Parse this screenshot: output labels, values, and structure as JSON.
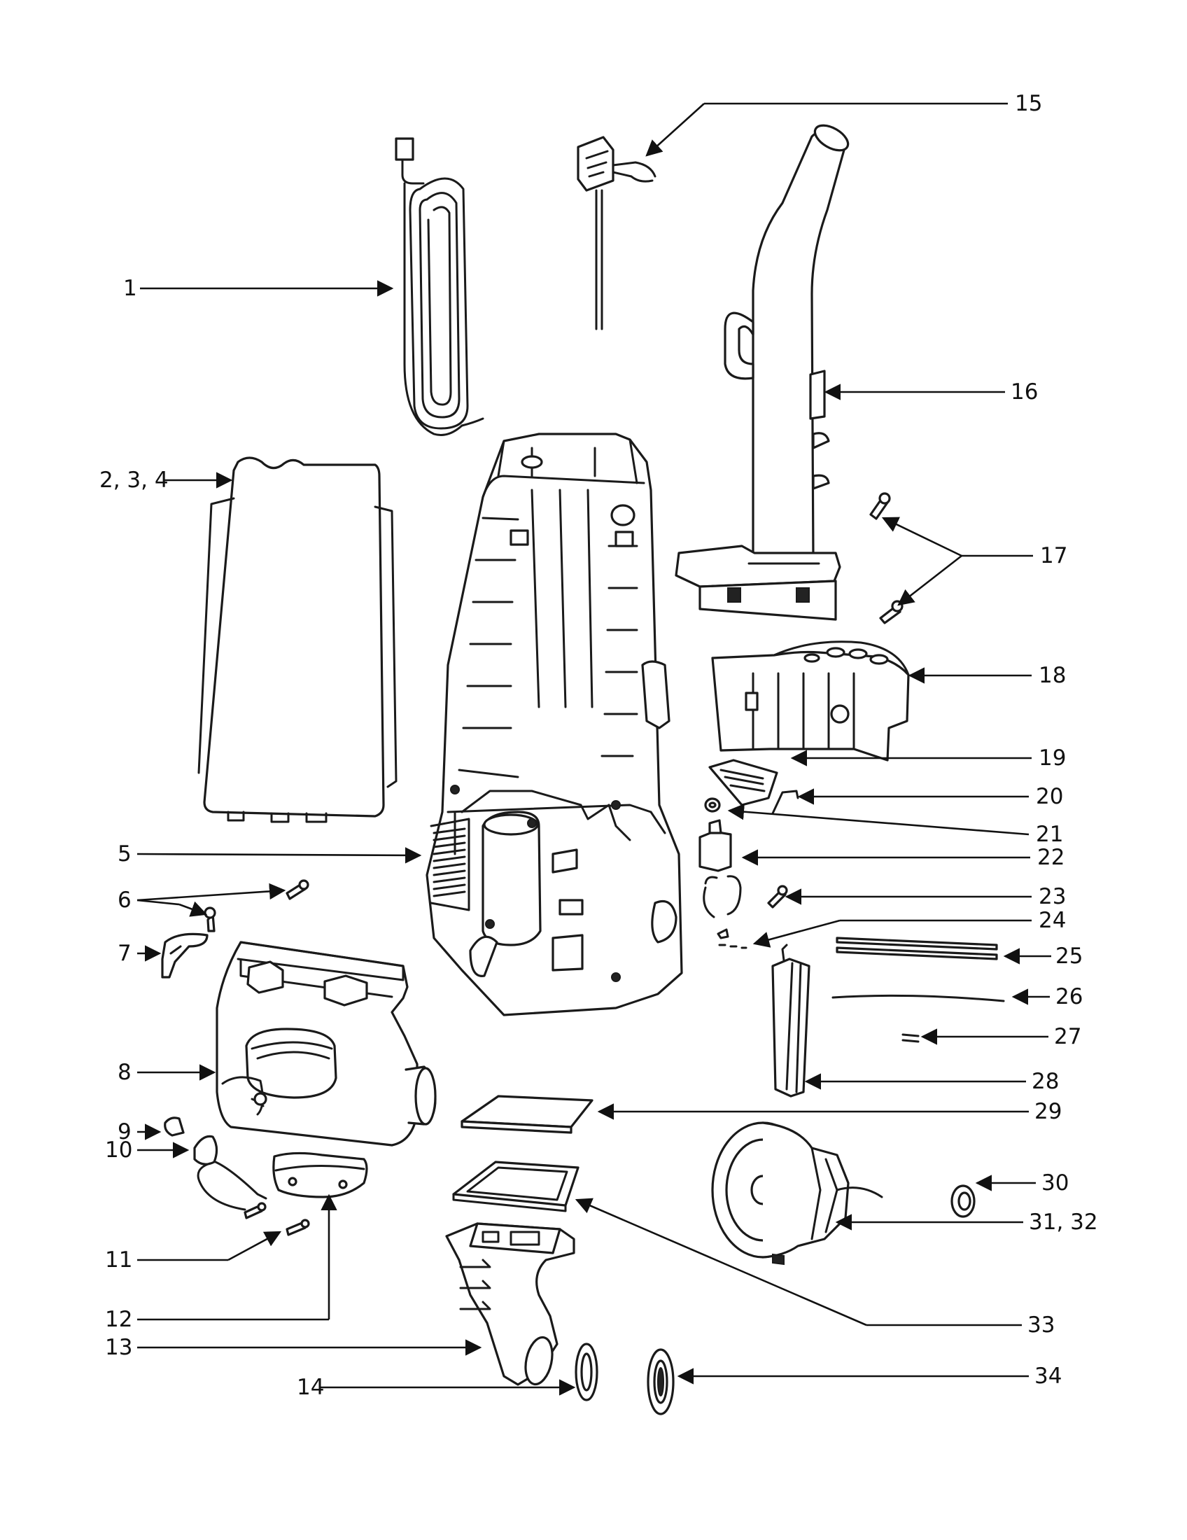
{
  "diagram": {
    "callouts": [
      {
        "id": "c1",
        "text": "1"
      },
      {
        "id": "c15",
        "text": "15"
      },
      {
        "id": "c16",
        "text": "16"
      },
      {
        "id": "c2",
        "text": "2, 3, 4"
      },
      {
        "id": "c17",
        "text": "17"
      },
      {
        "id": "c18",
        "text": "18"
      },
      {
        "id": "c19",
        "text": "19"
      },
      {
        "id": "c20",
        "text": "20"
      },
      {
        "id": "c21",
        "text": "21"
      },
      {
        "id": "c5",
        "text": "5"
      },
      {
        "id": "c22",
        "text": "22"
      },
      {
        "id": "c6",
        "text": "6"
      },
      {
        "id": "c23",
        "text": "23"
      },
      {
        "id": "c24",
        "text": "24"
      },
      {
        "id": "c7",
        "text": "7"
      },
      {
        "id": "c25",
        "text": "25"
      },
      {
        "id": "c26",
        "text": "26"
      },
      {
        "id": "c27",
        "text": "27"
      },
      {
        "id": "c8",
        "text": "8"
      },
      {
        "id": "c28",
        "text": "28"
      },
      {
        "id": "c29",
        "text": "29"
      },
      {
        "id": "c9",
        "text": "9"
      },
      {
        "id": "c10",
        "text": "10"
      },
      {
        "id": "c30",
        "text": "30"
      },
      {
        "id": "c31",
        "text": "31, 32"
      },
      {
        "id": "c11",
        "text": "11"
      },
      {
        "id": "c12",
        "text": "12"
      },
      {
        "id": "c33",
        "text": "33"
      },
      {
        "id": "c13",
        "text": "13"
      },
      {
        "id": "c14",
        "text": "14"
      },
      {
        "id": "c34",
        "text": "34"
      }
    ]
  }
}
